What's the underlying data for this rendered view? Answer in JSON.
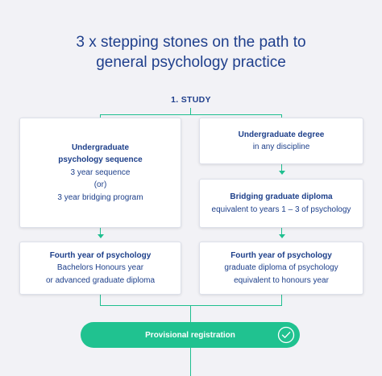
{
  "title": {
    "line1": "3 x stepping stones on the path to",
    "line2": "general psychology practice"
  },
  "step_label": "1. STUDY",
  "boxes": {
    "left_top": {
      "heading1": "Undergraduate",
      "heading2": "psychology sequence",
      "line1": "3 year sequence",
      "line2": "(or)",
      "line3": "3 year bridging program"
    },
    "right_top": {
      "heading": "Undergraduate degree",
      "line1": "in any discipline"
    },
    "right_middle": {
      "heading": "Bridging graduate diploma",
      "line1": "equivalent to years 1 – 3 of psychology"
    },
    "left_bottom": {
      "heading": "Fourth year of psychology",
      "line1": "Bachelors Honours year",
      "line2": "or advanced graduate diploma"
    },
    "right_bottom": {
      "heading": "Fourth year of psychology",
      "line1": "graduate diploma of psychology",
      "line2": "equivalent to honours year"
    }
  },
  "pill": {
    "label": "Provisional registration",
    "icon": "check-circle-icon"
  },
  "colors": {
    "accent": "#20c290",
    "text": "#1d3f8a",
    "background": "#f2f2f6"
  }
}
